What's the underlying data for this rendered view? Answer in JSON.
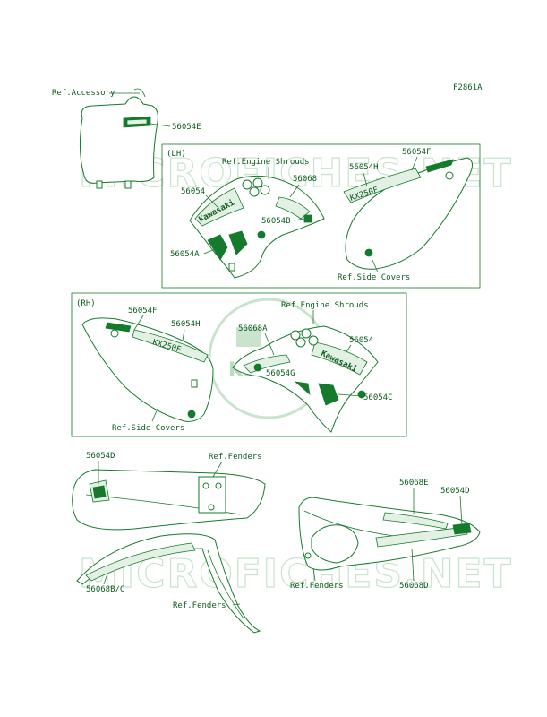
{
  "figure_code": "F2861A",
  "sections": {
    "lh": "(LH)",
    "rh": "(RH)"
  },
  "watermark": {
    "text": "MICROFICHES.NET",
    "logo": "Kawasaki"
  },
  "brand_text": "Kawasaki",
  "model_text": "KX250F",
  "labels": {
    "ref_accessory": "Ref.Accessory",
    "p56054E": "56054E",
    "lh_ref_engine_shrouds": "Ref.Engine Shrouds",
    "lh_56068": "56068",
    "lh_56054": "56054",
    "lh_56054B": "56054B",
    "lh_56054A": "56054A",
    "lh_56054F": "56054F",
    "lh_56054H": "56054H",
    "lh_ref_side_covers": "Ref.Side Covers",
    "rh_56054F": "56054F",
    "rh_56054H": "56054H",
    "rh_ref_side_covers": "Ref.Side Covers",
    "rh_ref_engine_shrouds": "Ref.Engine Shrouds",
    "rh_56068A": "56068A",
    "rh_56054": "56054",
    "rh_56054G": "56054G",
    "rh_56054C": "56054C",
    "fr_56054D": "56054D",
    "fr_ref_fenders_top": "Ref.Fenders",
    "fr_56068BC": "56068B/C",
    "fr_ref_fenders_bottom": "Ref.Fenders",
    "rr_56068E": "56068E",
    "rr_56054D": "56054D",
    "rr_ref_fenders": "Ref.Fenders",
    "rr_56068D": "56068D"
  }
}
